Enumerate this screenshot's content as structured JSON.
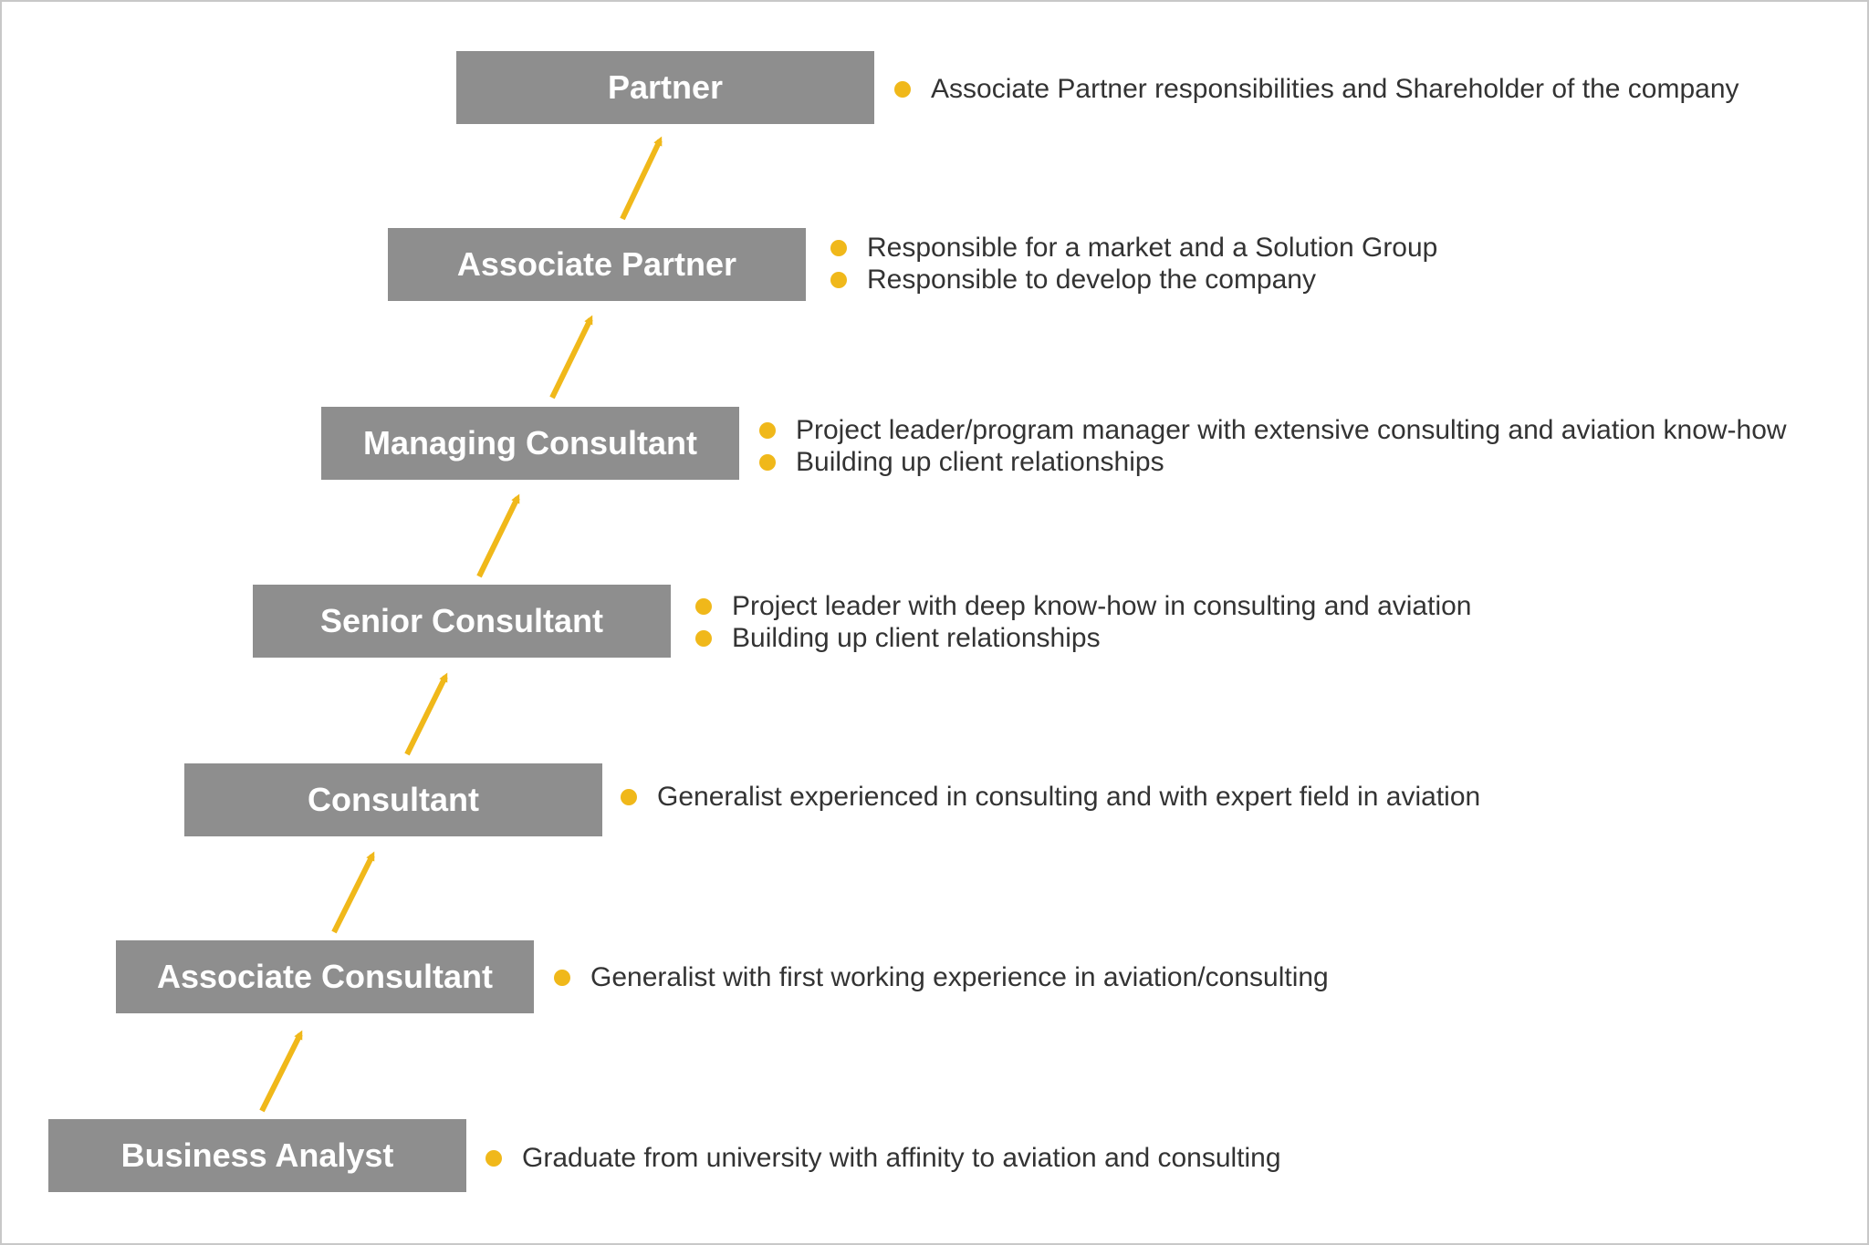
{
  "accent_color": "#f0b81a",
  "box_color": "#8e8e8e",
  "levels": [
    {
      "title": "Partner",
      "bullets": [
        "Associate Partner responsibilities and Shareholder of the company"
      ]
    },
    {
      "title": "Associate Partner",
      "bullets": [
        "Responsible for a market and a Solution Group",
        "Responsible to develop the company"
      ]
    },
    {
      "title": "Managing Consultant",
      "bullets": [
        "Project leader/program manager with extensive consulting and aviation know-how",
        "Building up client relationships"
      ]
    },
    {
      "title": "Senior Consultant",
      "bullets": [
        "Project leader with deep know-how in consulting and aviation",
        "Building up client relationships"
      ]
    },
    {
      "title": "Consultant",
      "bullets": [
        "Generalist experienced in consulting and with expert field in aviation"
      ]
    },
    {
      "title": "Associate Consultant",
      "bullets": [
        "Generalist with first working experience in aviation/consulting"
      ]
    },
    {
      "title": "Business Analyst",
      "bullets": [
        "Graduate from university with affinity to aviation and consulting"
      ]
    }
  ]
}
